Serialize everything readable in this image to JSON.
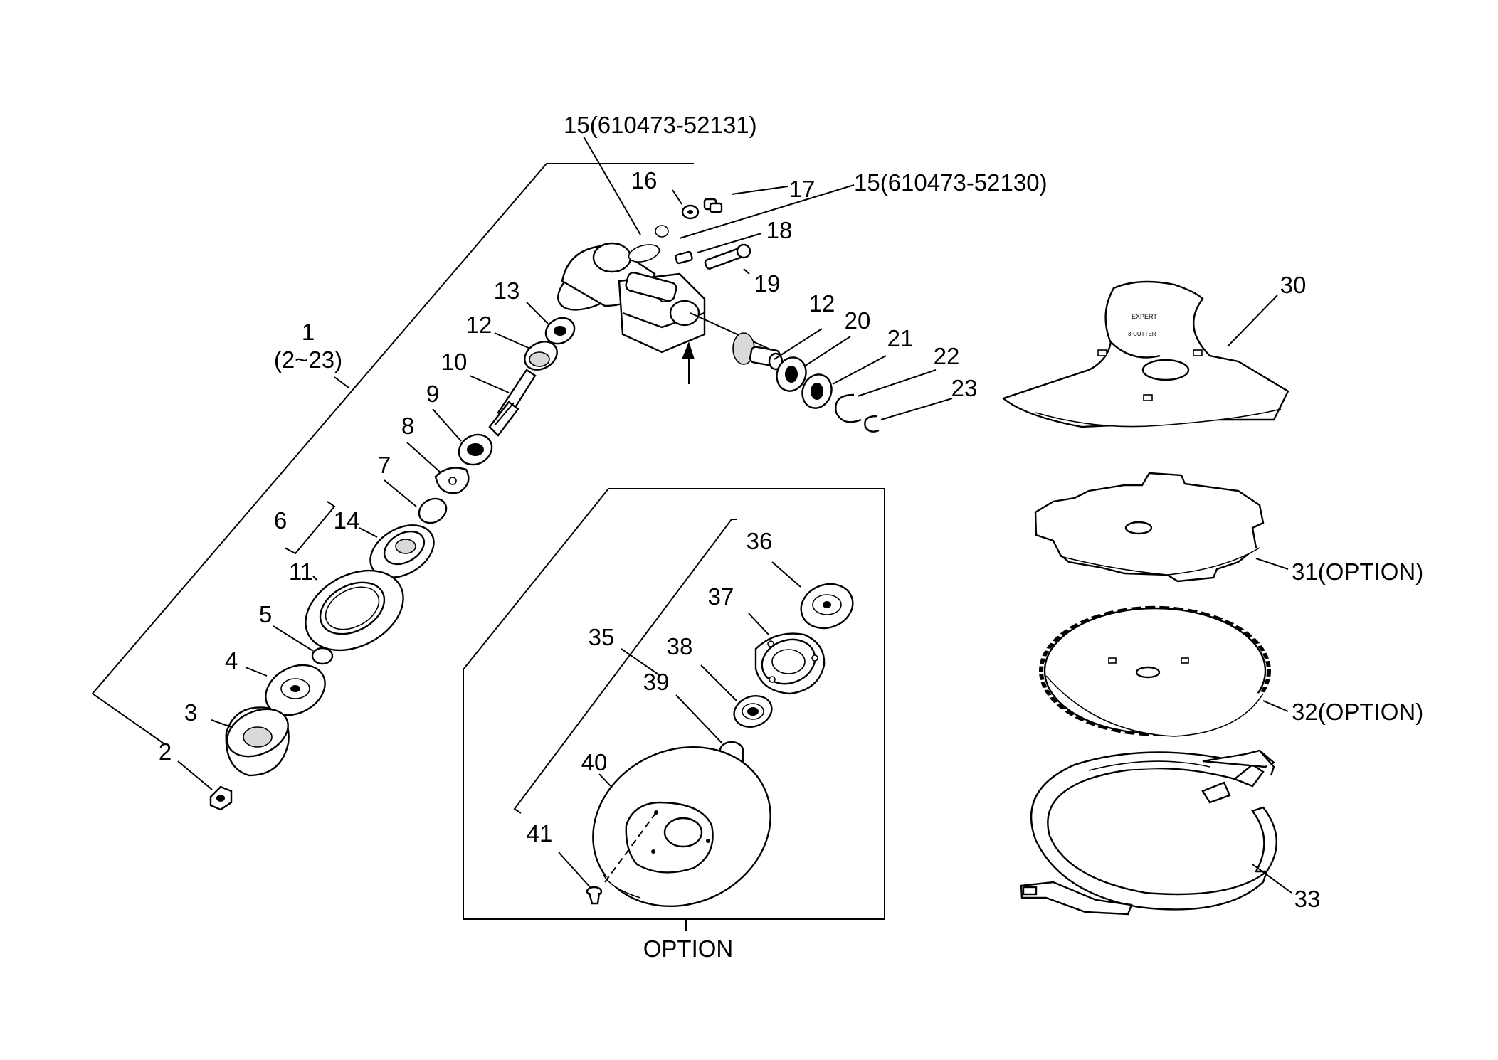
{
  "labels": {
    "l1": "1",
    "l1_range": "(2~23)",
    "l2": "2",
    "l3": "3",
    "l4": "4",
    "l5": "5",
    "l6": "6",
    "l7": "7",
    "l8": "8",
    "l9": "9",
    "l10": "10",
    "l11": "11",
    "l12a": "12",
    "l12b": "12",
    "l13": "13",
    "l14": "14",
    "l15a": "15(610473-52131)",
    "l15b": "15(610473-52130)",
    "l16": "16",
    "l17": "17",
    "l18": "18",
    "l19": "19",
    "l20": "20",
    "l21": "21",
    "l22": "22",
    "l23": "23",
    "l30": "30",
    "l31": "31(OPTION)",
    "l32": "32(OPTION)",
    "l33": "33",
    "l35": "35",
    "l36": "36",
    "l37": "37",
    "l38": "38",
    "l39": "39",
    "l40": "40",
    "l41": "41",
    "option_box": "OPTION"
  }
}
